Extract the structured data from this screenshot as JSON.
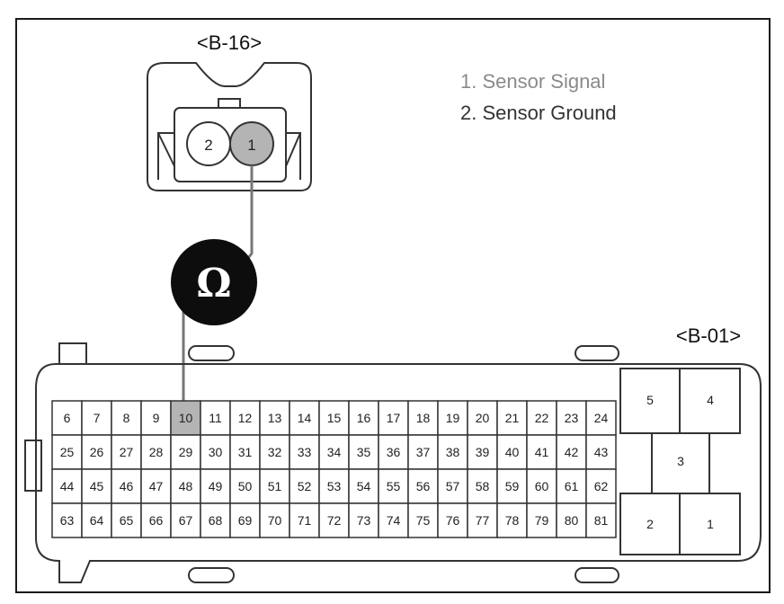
{
  "connector_b16": {
    "label": "<B-16>",
    "pins": [
      "2",
      "1"
    ],
    "highlighted_pin": "1"
  },
  "legend": {
    "items": [
      "1. Sensor Signal",
      "2. Sensor Ground"
    ],
    "colors": [
      "#8a8a8a",
      "#333333"
    ]
  },
  "meter": {
    "symbol": "Ω"
  },
  "connector_b01": {
    "label": "<B-01>",
    "grid_rows": [
      [
        "6",
        "7",
        "8",
        "9",
        "10",
        "11",
        "12",
        "13",
        "14",
        "15",
        "16",
        "17",
        "18",
        "19",
        "20",
        "21",
        "22",
        "23",
        "24"
      ],
      [
        "25",
        "26",
        "27",
        "28",
        "29",
        "30",
        "31",
        "32",
        "33",
        "34",
        "35",
        "36",
        "37",
        "38",
        "39",
        "40",
        "41",
        "42",
        "43"
      ],
      [
        "44",
        "45",
        "46",
        "47",
        "48",
        "49",
        "50",
        "51",
        "52",
        "53",
        "54",
        "55",
        "56",
        "57",
        "58",
        "59",
        "60",
        "61",
        "62"
      ],
      [
        "63",
        "64",
        "65",
        "66",
        "67",
        "68",
        "69",
        "70",
        "71",
        "72",
        "73",
        "74",
        "75",
        "76",
        "77",
        "78",
        "79",
        "80",
        "81"
      ]
    ],
    "highlighted_pin": "10",
    "large_pins": [
      "5",
      "4",
      "3",
      "2",
      "1"
    ]
  },
  "colors": {
    "highlight": "#b4b4b4",
    "wire": "#777777",
    "outline": "#333333"
  }
}
